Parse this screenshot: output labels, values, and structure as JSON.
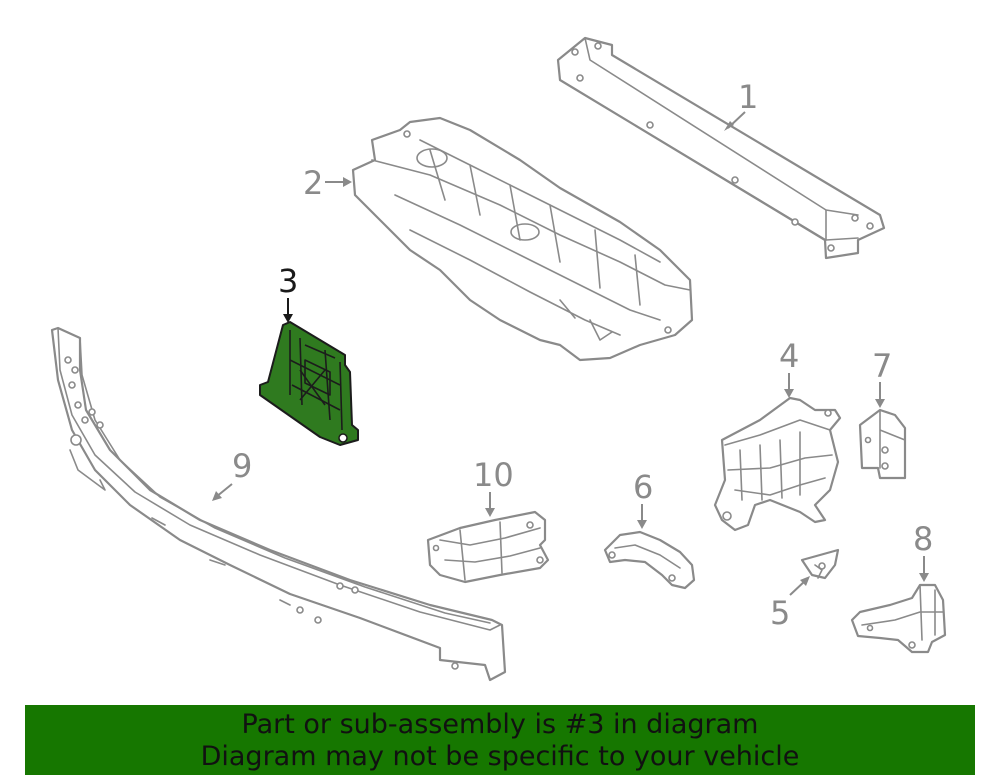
{
  "diagram": {
    "callouts": [
      {
        "number": "1",
        "label": "1"
      },
      {
        "number": "2",
        "label": "2"
      },
      {
        "number": "3",
        "label": "3",
        "highlighted": true
      },
      {
        "number": "4",
        "label": "4"
      },
      {
        "number": "5",
        "label": "5"
      },
      {
        "number": "6",
        "label": "6"
      },
      {
        "number": "7",
        "label": "7"
      },
      {
        "number": "8",
        "label": "8"
      },
      {
        "number": "9",
        "label": "9"
      },
      {
        "number": "10",
        "label": "10"
      }
    ],
    "highlight_color": "#2f7a1f",
    "line_color": "#8a8a8a"
  },
  "banner": {
    "line1": "Part or sub-assembly is #3 in diagram",
    "line2": "Diagram may not be specific to your vehicle",
    "background": "#167700"
  }
}
